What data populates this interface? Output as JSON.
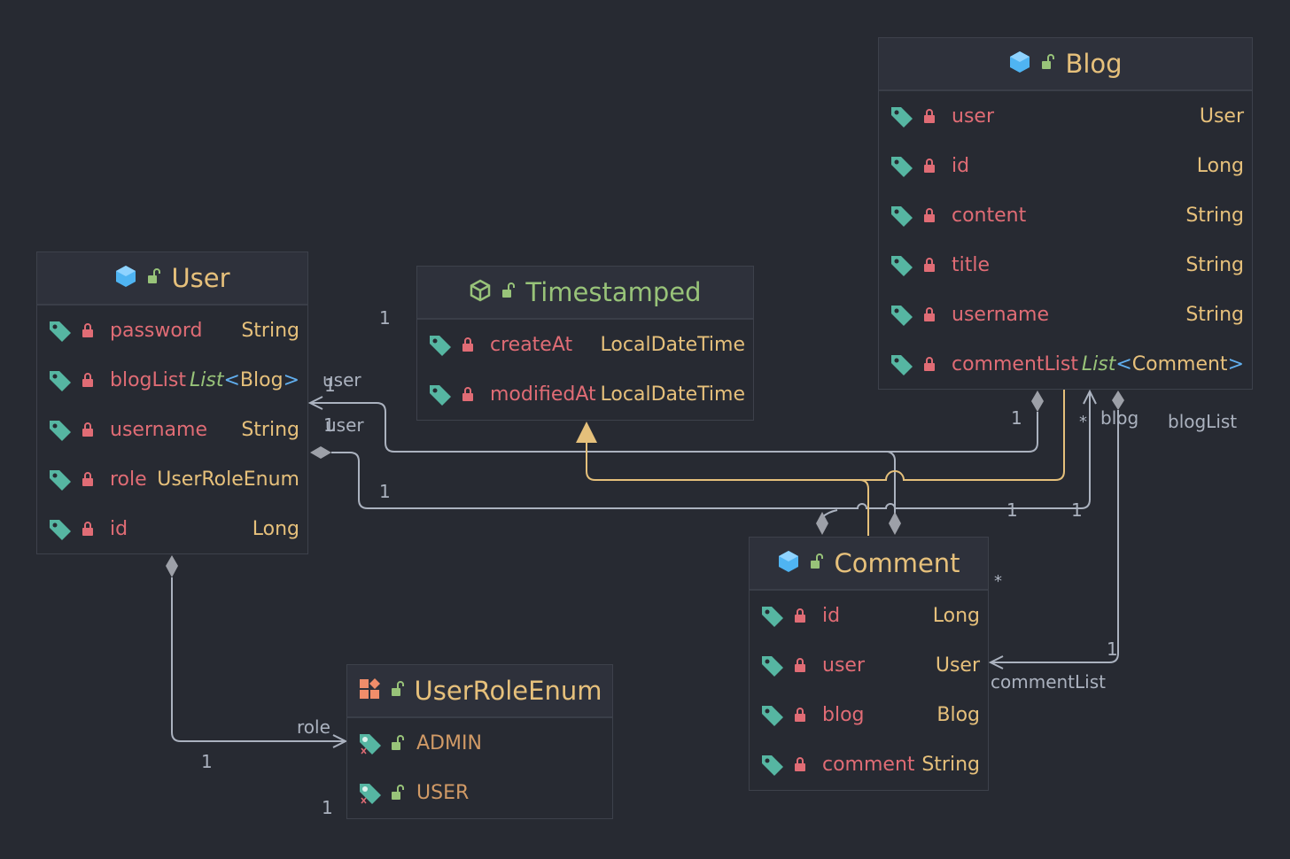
{
  "colors": {
    "background": "#272a32",
    "class_title": "#e6c07b",
    "interface_title": "#98c379",
    "field_name": "#e06c75",
    "field_type": "#e6c07b",
    "enum_constant": "#d19a66",
    "edge": "#abb2bf",
    "inheritance_edge": "#e5c07b"
  },
  "classes": {
    "user": {
      "title": "User",
      "icon": "class-icon",
      "fields": [
        {
          "name": "password",
          "type": "String"
        },
        {
          "name": "blogList",
          "type_generic": "List",
          "type_lt": "<",
          "type_arg": "Blog",
          "type_gt": ">"
        },
        {
          "name": "username",
          "type": "String"
        },
        {
          "name": "role",
          "type": "UserRoleEnum"
        },
        {
          "name": "id",
          "type": "Long"
        }
      ]
    },
    "timestamped": {
      "title": "Timestamped",
      "icon": "abstract-class-icon",
      "fields": [
        {
          "name": "createAt",
          "type": "LocalDateTime"
        },
        {
          "name": "modifiedAt",
          "type": "LocalDateTime"
        }
      ]
    },
    "blog": {
      "title": "Blog",
      "icon": "class-icon",
      "fields": [
        {
          "name": "user",
          "type": "User"
        },
        {
          "name": "id",
          "type": "Long"
        },
        {
          "name": "content",
          "type": "String"
        },
        {
          "name": "title",
          "type": "String"
        },
        {
          "name": "username",
          "type": "String"
        },
        {
          "name": "commentList",
          "type_generic": "List",
          "type_lt": "<",
          "type_arg": "Comment",
          "type_gt": ">"
        }
      ]
    },
    "comment": {
      "title": "Comment",
      "icon": "class-icon",
      "fields": [
        {
          "name": "id",
          "type": "Long"
        },
        {
          "name": "user",
          "type": "User"
        },
        {
          "name": "blog",
          "type": "Blog"
        },
        {
          "name": "comment",
          "type": "String"
        }
      ]
    },
    "userroleenum": {
      "title": "UserRoleEnum",
      "icon": "enum-icon",
      "constants": [
        "ADMIN",
        "USER"
      ]
    }
  },
  "edge_labels": {
    "user_timestamped_mult": "1",
    "user_user_top": "user",
    "user_mult_top": "1",
    "user_user_bottom": "user",
    "user_mult_bottom": "1",
    "user_mult_composition": "1",
    "blog_mult_composition": "1",
    "blog_star": "*",
    "blog_blog": "blog",
    "blog_bloglist": "blogList",
    "comment_mult_a": "1",
    "comment_mult_b": "1",
    "comment_star": "*",
    "comment_mult_right": "1",
    "comment_commentlist": "commentList",
    "role_label": "role",
    "role_mult_a": "1",
    "role_mult_b": "1"
  }
}
